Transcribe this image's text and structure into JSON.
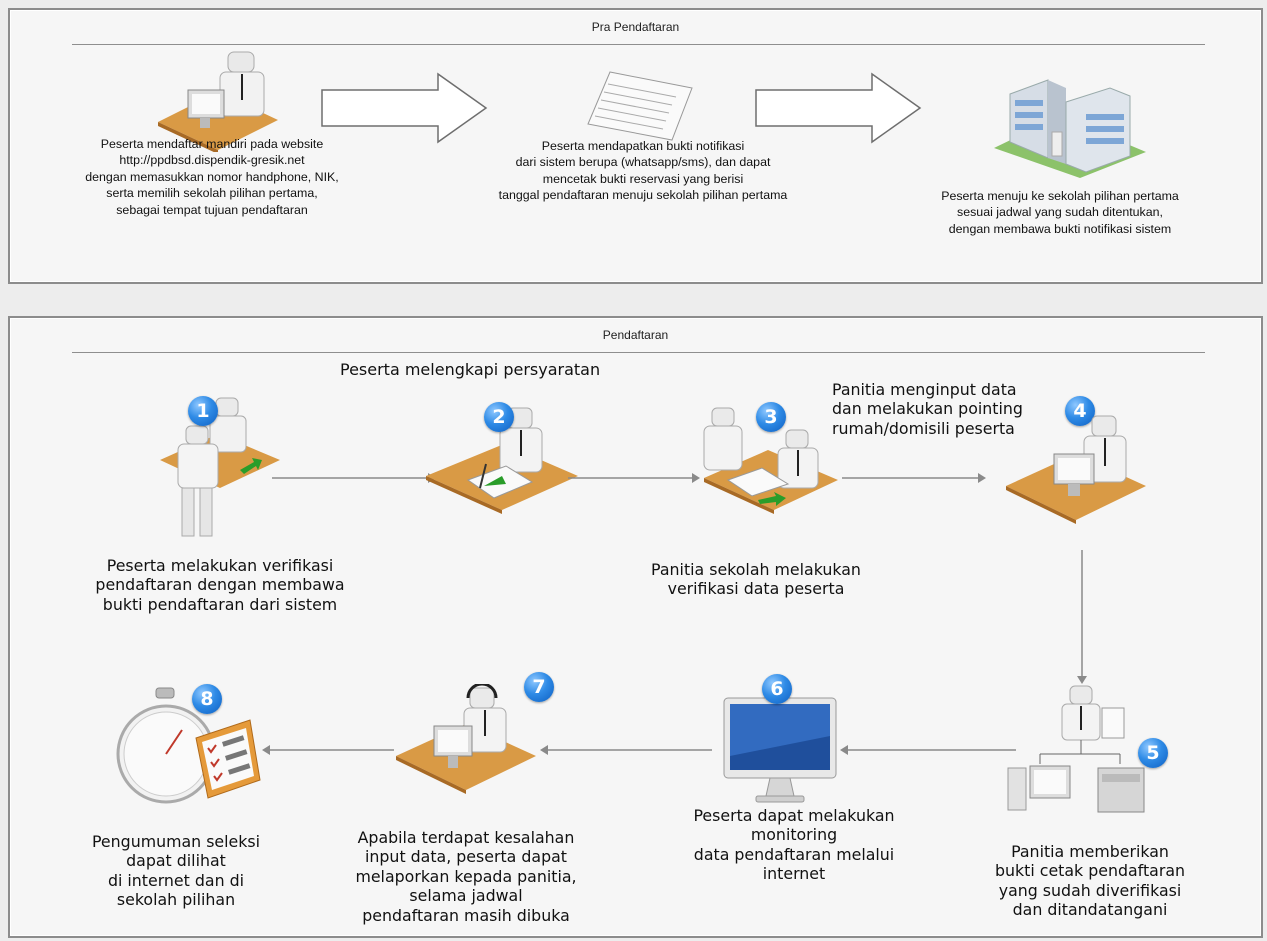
{
  "pra_pendaftaran": {
    "title": "Pra Pendaftaran",
    "step1": [
      "Peserta mendaftar mandiri pada website",
      "http://ppdbsd.dispendik-gresik.net",
      "dengan memasukkan nomor handphone, NIK,",
      "serta memilih sekolah pilihan pertama,",
      "sebagai tempat tujuan pendaftaran"
    ],
    "step2": [
      "Peserta mendapatkan bukti notifikasi",
      "dari sistem berupa (whatsapp/sms), dan dapat",
      "mencetak bukti reservasi yang berisi",
      "tanggal pendaftaran menuju sekolah pilihan pertama"
    ],
    "step3": [
      "Peserta menuju ke sekolah pilihan pertama",
      "sesuai jadwal yang sudah ditentukan,",
      "dengan membawa bukti notifikasi sistem"
    ]
  },
  "pendaftaran": {
    "title": "Pendaftaran",
    "heading": "Peserta melengkapi persyaratan",
    "badges": [
      "1",
      "2",
      "3",
      "4",
      "5",
      "6",
      "7",
      "8"
    ],
    "step1": [
      "Peserta melakukan verifikasi",
      "pendaftaran dengan membawa",
      "bukti pendaftaran dari sistem"
    ],
    "step3": [
      "Panitia sekolah melakukan",
      "verifikasi data peserta"
    ],
    "step4": [
      "Panitia menginput data",
      "dan melakukan pointing",
      "rumah/domisili peserta"
    ],
    "step5": [
      "Panitia memberikan",
      "bukti cetak pendaftaran",
      "yang sudah diverifikasi",
      "dan ditandatangani"
    ],
    "step6": [
      "Peserta dapat melakukan",
      "monitoring",
      "data pendaftaran melalui",
      "internet"
    ],
    "step7": [
      "Apabila terdapat kesalahan",
      "input data, peserta dapat",
      "melaporkan kepada panitia,",
      "selama jadwal",
      "pendaftaran masih dibuka"
    ],
    "step8": [
      "Pengumuman seleksi",
      "dapat dilihat",
      "di internet dan di",
      "sekolah pilihan"
    ]
  },
  "colors": {
    "badge": "#2f8be6",
    "desk": "#d99a45",
    "arrow": "#8a8a8a",
    "green_arrow": "#2a9d2a"
  }
}
